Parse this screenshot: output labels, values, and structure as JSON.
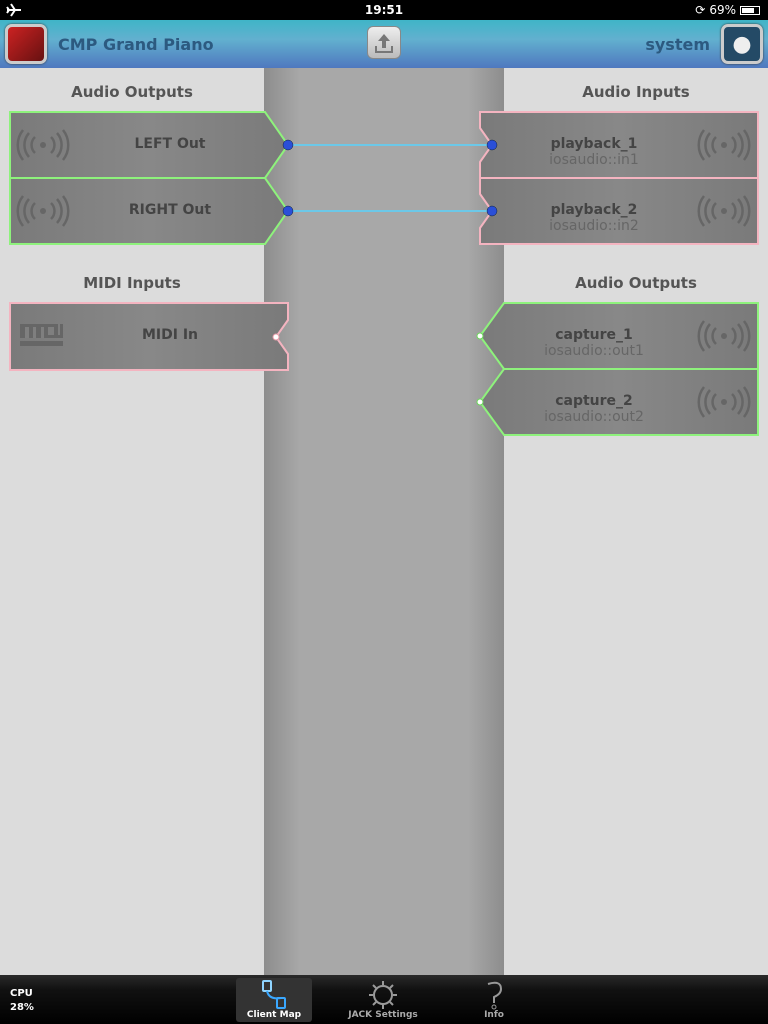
{
  "status": {
    "time": "19:51",
    "battery": "69%"
  },
  "nav": {
    "title": "CMP Grand Piano",
    "right_title": "system"
  },
  "left": {
    "audio_outputs_title": "Audio Outputs",
    "audio_outputs": [
      {
        "name": "LEFT Out"
      },
      {
        "name": "RIGHT Out"
      }
    ],
    "midi_inputs_title": "MIDI Inputs",
    "midi_inputs": [
      {
        "name": "MIDI In"
      }
    ]
  },
  "right": {
    "audio_inputs_title": "Audio Inputs",
    "audio_inputs": [
      {
        "name": "playback_1",
        "sub": "iosaudio::in1"
      },
      {
        "name": "playback_2",
        "sub": "iosaudio::in2"
      }
    ],
    "audio_outputs_title": "Audio Outputs",
    "audio_outputs": [
      {
        "name": "capture_1",
        "sub": "iosaudio::out1"
      },
      {
        "name": "capture_2",
        "sub": "iosaudio::out2"
      }
    ]
  },
  "colors": {
    "output_border": "#7ef06a",
    "input_border": "#f2a6b4",
    "connection": "#6cc8e8"
  },
  "tabbar": {
    "cpu_label": "CPU",
    "cpu_value": "28%",
    "tabs": [
      {
        "label": "Client Map"
      },
      {
        "label": "JACK Settings"
      },
      {
        "label": "Info"
      }
    ]
  }
}
